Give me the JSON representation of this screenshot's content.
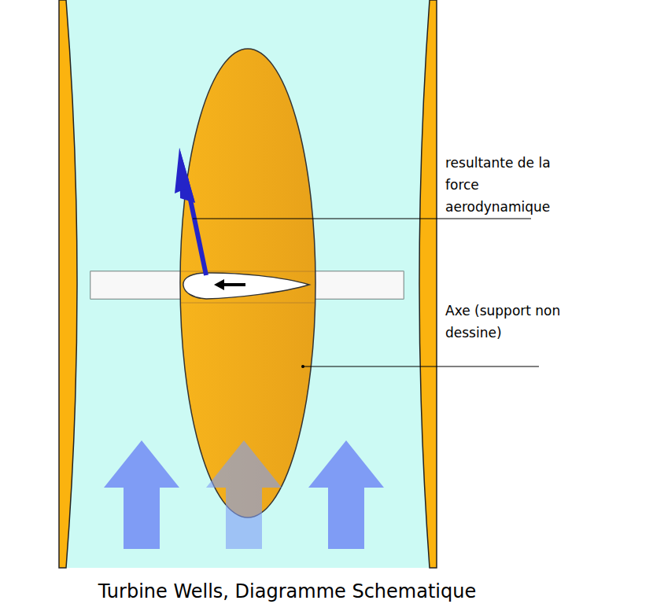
{
  "diagram": {
    "caption": "Turbine Wells, Diagramme Schematique",
    "labels": [
      "resultante de la force aerodynamique",
      "Axe (support non dessine)"
    ]
  }
}
